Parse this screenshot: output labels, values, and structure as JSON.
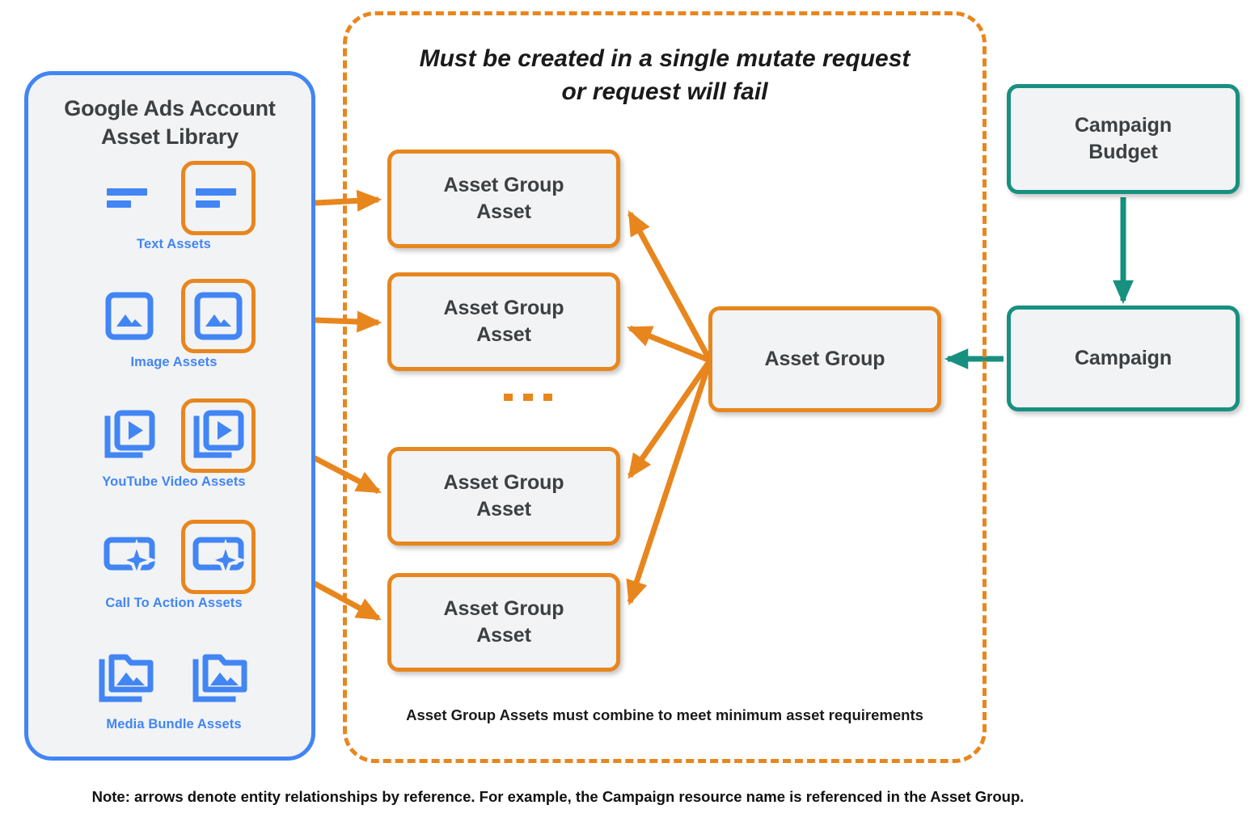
{
  "library": {
    "title": "Google Ads Account\nAsset Library",
    "title_line1": "Google Ads Account",
    "title_line2": "Asset Library",
    "items": [
      {
        "caption": "Text Assets",
        "icon": "text-asset-icon"
      },
      {
        "caption": "Image Assets",
        "icon": "image-asset-icon"
      },
      {
        "caption": "YouTube Video  Assets",
        "icon": "youtube-video-asset-icon"
      },
      {
        "caption": "Call To Action Assets",
        "icon": "call-to-action-asset-icon"
      },
      {
        "caption": "Media Bundle  Assets",
        "icon": "media-bundle-asset-icon"
      }
    ]
  },
  "mutate_group": {
    "title_line1": "Must be created in a single mutate request",
    "title_line2": "or request will fail",
    "footnote": "Asset Group Assets must combine to meet minimum asset requirements",
    "asset_group_assets": [
      {
        "label_line1": "Asset Group",
        "label_line2": "Asset"
      },
      {
        "label_line1": "Asset Group",
        "label_line2": "Asset"
      },
      {
        "label_line1": "Asset Group",
        "label_line2": "Asset"
      },
      {
        "label_line1": "Asset Group",
        "label_line2": "Asset"
      }
    ],
    "ellipsis": "..."
  },
  "nodes": {
    "asset_group": "Asset Group",
    "campaign_budget_line1": "Campaign",
    "campaign_budget_line2": "Budget",
    "campaign": "Campaign"
  },
  "footer": {
    "note": "Note: arrows denote entity relationships by reference. For example, the Campaign resource name is referenced in the Asset Group."
  },
  "colors": {
    "orange": "#e8861e",
    "teal": "#179080",
    "blue": "#4285f4",
    "node_fill": "#f1f3f4",
    "text_dark": "#3c4043",
    "page_bg": "#ffffff"
  }
}
